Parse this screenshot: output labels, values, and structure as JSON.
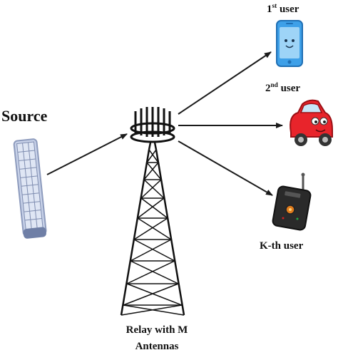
{
  "labels": {
    "source": "Source",
    "user1_prefix": "1",
    "user1_sup": "st",
    "user1_suffix": " user",
    "user2_prefix": "2",
    "user2_sup": "nd",
    "user2_suffix": " user",
    "userk": "K-th user",
    "relay_line1": "Relay with M",
    "relay_line2": "Antennas"
  },
  "icons": {
    "source": "solar-panel-icon",
    "relay": "antenna-tower-icon",
    "user1": "smartphone-icon",
    "user2": "car-icon",
    "userk": "handheld-device-icon"
  },
  "colors": {
    "arrow": "#1a1a1a",
    "tower": "#111111",
    "phone_body": "#3ea0e8",
    "car_body": "#e8242b",
    "device_body": "#2a2a2a",
    "panel_frame": "#9aa7c7",
    "panel_cell": "#e6ecf7"
  }
}
